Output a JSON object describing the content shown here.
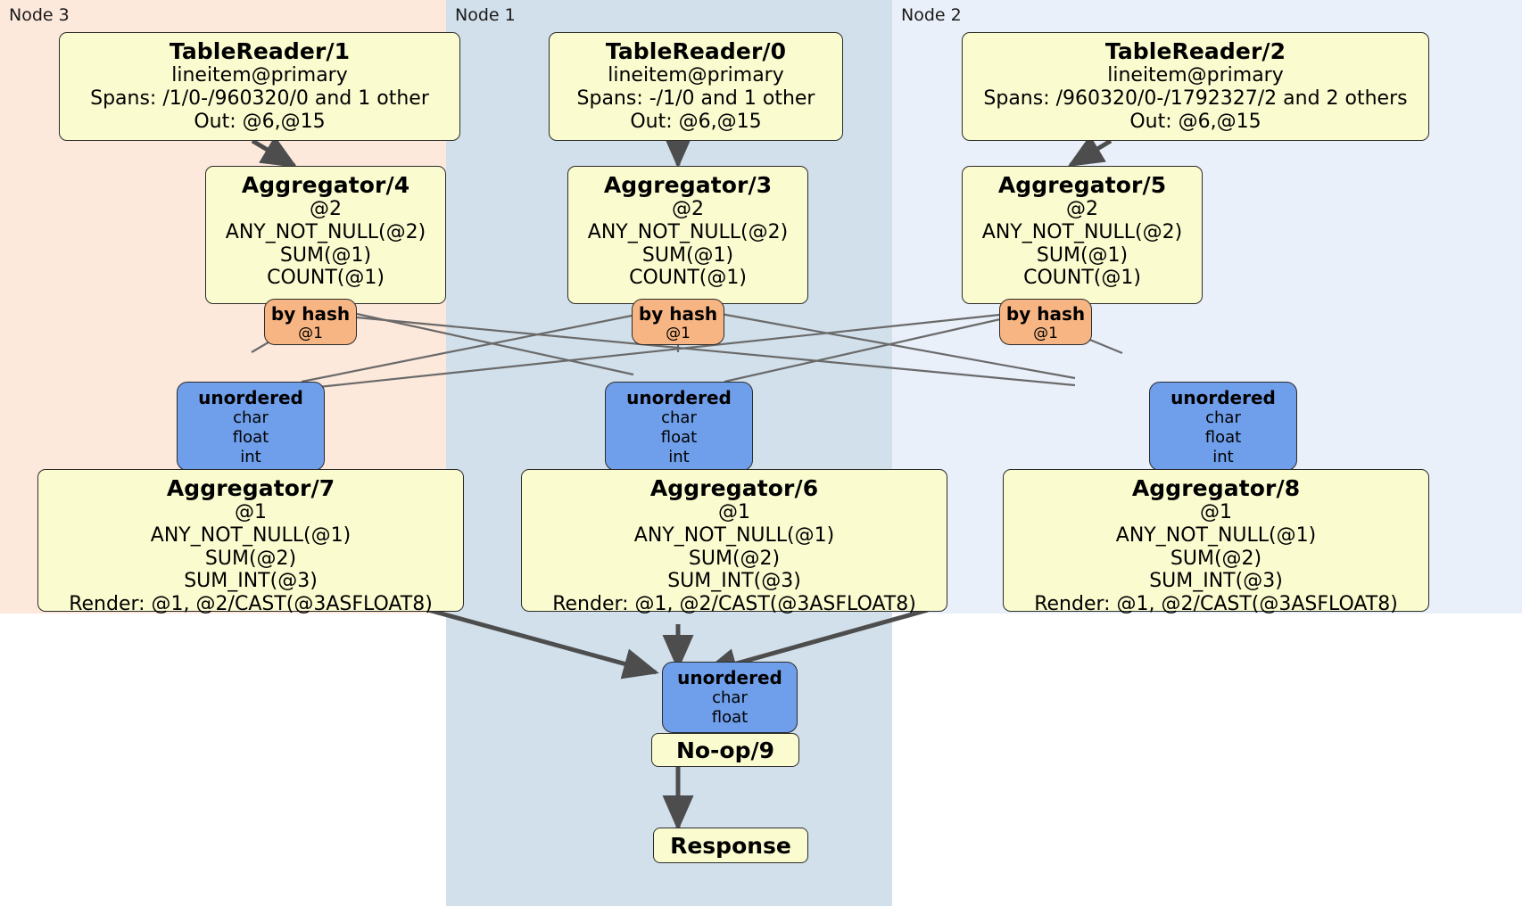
{
  "diagram": {
    "title": "Distributed query plan",
    "colors": {
      "node3_panel": "#fde8dc",
      "node1_panel": "#d2e0eb",
      "node2_panel": "#eaf0fa",
      "processor_box": "#fbfbd0",
      "router": "#f7b583",
      "synchronizer": "#6f9eea",
      "edge": "#4d4d4d",
      "border": "#2b2b2b"
    }
  },
  "panels": [
    {
      "label": "Node 3"
    },
    {
      "label": "Node 1"
    },
    {
      "label": "Node 2"
    }
  ],
  "table_readers": [
    {
      "title": "TableReader/1",
      "table": "lineitem@primary",
      "spans": "Spans: /1/0-/960320/0 and 1 other",
      "out": "Out: @6,@15"
    },
    {
      "title": "TableReader/0",
      "table": "lineitem@primary",
      "spans": "Spans: -/1/0 and 1 other",
      "out": "Out: @6,@15"
    },
    {
      "title": "TableReader/2",
      "table": "lineitem@primary",
      "spans": "Spans: /960320/0-/1792327/2 and 2 others",
      "out": "Out: @6,@15"
    }
  ],
  "stage1_aggregators": [
    {
      "title": "Aggregator/4",
      "group": "@2",
      "aggs": [
        "ANY_NOT_NULL(@2)",
        "SUM(@1)",
        "COUNT(@1)"
      ]
    },
    {
      "title": "Aggregator/3",
      "group": "@2",
      "aggs": [
        "ANY_NOT_NULL(@2)",
        "SUM(@1)",
        "COUNT(@1)"
      ]
    },
    {
      "title": "Aggregator/5",
      "group": "@2",
      "aggs": [
        "ANY_NOT_NULL(@2)",
        "SUM(@1)",
        "COUNT(@1)"
      ]
    }
  ],
  "routers": [
    {
      "title": "by hash",
      "column": "@1"
    },
    {
      "title": "by hash",
      "column": "@1"
    },
    {
      "title": "by hash",
      "column": "@1"
    }
  ],
  "synchronizers": [
    {
      "title": "unordered",
      "types": [
        "char",
        "float",
        "int"
      ]
    },
    {
      "title": "unordered",
      "types": [
        "char",
        "float",
        "int"
      ]
    },
    {
      "title": "unordered",
      "types": [
        "char",
        "float",
        "int"
      ]
    }
  ],
  "stage2_aggregators": [
    {
      "title": "Aggregator/7",
      "group": "@1",
      "aggs": [
        "ANY_NOT_NULL(@1)",
        "SUM(@2)",
        "SUM_INT(@3)"
      ],
      "render": "Render: @1, @2/CAST(@3ASFLOAT8)"
    },
    {
      "title": "Aggregator/6",
      "group": "@1",
      "aggs": [
        "ANY_NOT_NULL(@1)",
        "SUM(@2)",
        "SUM_INT(@3)"
      ],
      "render": "Render: @1, @2/CAST(@3ASFLOAT8)"
    },
    {
      "title": "Aggregator/8",
      "group": "@1",
      "aggs": [
        "ANY_NOT_NULL(@1)",
        "SUM(@2)",
        "SUM_INT(@3)"
      ],
      "render": "Render: @1, @2/CAST(@3ASFLOAT8)"
    }
  ],
  "final_synchronizer": {
    "title": "unordered",
    "types": [
      "char",
      "float"
    ]
  },
  "noop": {
    "label": "No-op/9"
  },
  "response": {
    "label": "Response"
  }
}
